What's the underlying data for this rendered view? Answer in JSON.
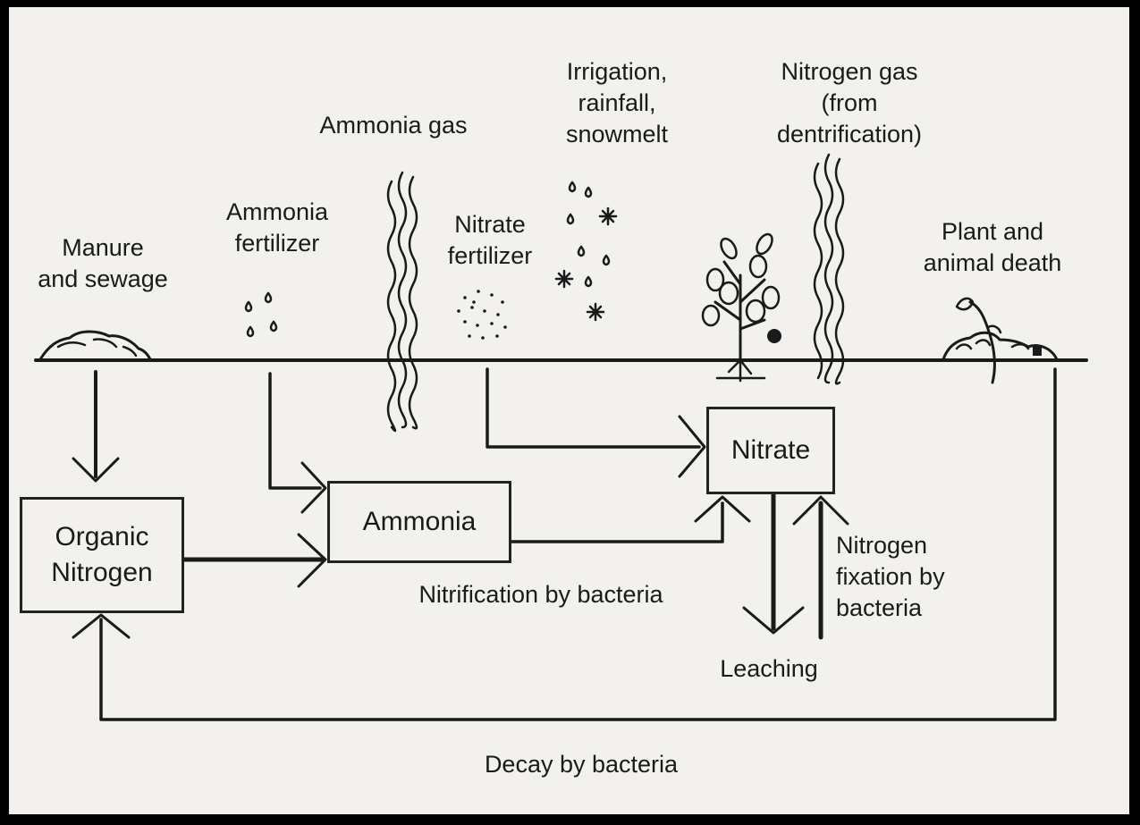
{
  "diagram": {
    "surface_labels": {
      "manure": "Manure\nand sewage",
      "ammonia_fertilizer": "Ammonia\nfertilizer",
      "ammonia_gas": "Ammonia gas",
      "nitrate_fertilizer": "Nitrate\nfertilizer",
      "irrigation": "Irrigation,\nrainfall,\nsnowmelt",
      "nitrogen_gas": "Nitrogen gas\n(from\ndentrification)",
      "plant_animal_death": "Plant and\nanimal death"
    },
    "boxes": {
      "organic_nitrogen": "Organic\nNitrogen",
      "ammonia": "Ammonia",
      "nitrate": "Nitrate"
    },
    "process_labels": {
      "nitrification": "Nitrification by bacteria",
      "fixation": "Nitrogen\nfixation by\nbacteria",
      "leaching": "Leaching",
      "decay": "Decay by bacteria"
    },
    "icons": [
      "manure-pile-icon",
      "fertilizer-drops-icon",
      "gas-wave-icon",
      "fertilizer-granules-icon",
      "precipitation-icon",
      "plant-icon",
      "dead-plant-icon"
    ]
  }
}
